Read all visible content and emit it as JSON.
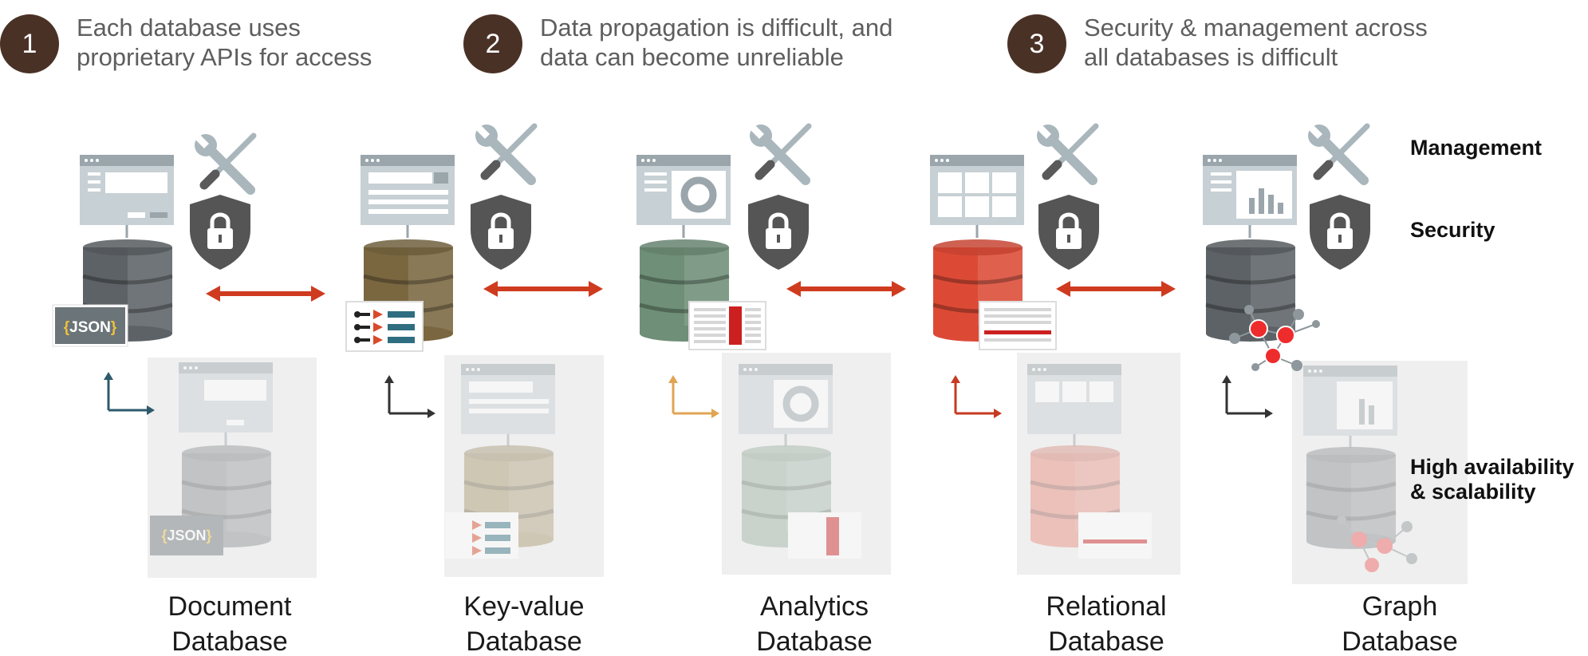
{
  "steps": [
    {
      "number": "1",
      "lines": [
        "Each database uses",
        "proprietary APIs for access"
      ]
    },
    {
      "number": "2",
      "lines": [
        "Data propagation is difficult, and",
        "data can become unreliable"
      ]
    },
    {
      "number": "3",
      "lines": [
        "Security & management across",
        "all databases is difficult"
      ]
    }
  ],
  "databases": [
    {
      "lines": [
        "Document",
        "Database"
      ],
      "color": "#5c6266",
      "axis_color": "#2e5a6b",
      "badge": "{JSON}",
      "icon": "json-badge"
    },
    {
      "lines": [
        "Key-value",
        "Database"
      ],
      "color": "#7a6740",
      "axis_color": "#333333",
      "icon": "key-value-card"
    },
    {
      "lines": [
        "Analytics",
        "Database"
      ],
      "color": "#6f8f78",
      "axis_color": "#e0a453",
      "icon": "analytics-table-card"
    },
    {
      "lines": [
        "Relational",
        "Database"
      ],
      "color": "#dc4a36",
      "axis_color": "#c73a22",
      "icon": "relational-table-card"
    },
    {
      "lines": [
        "Graph",
        "Database"
      ],
      "color": "#5c6266",
      "axis_color": "#333333",
      "icon": "graph-network"
    }
  ],
  "side_labels": {
    "management": "Management",
    "security": "Security",
    "ha_lines": [
      "High availability",
      "& scalability"
    ]
  },
  "colors": {
    "badge": "#4a3126",
    "arrow": "#cf3b1f",
    "shield": "#555555",
    "wrench": "#a9b6bc",
    "window": "#c7d0d4"
  }
}
